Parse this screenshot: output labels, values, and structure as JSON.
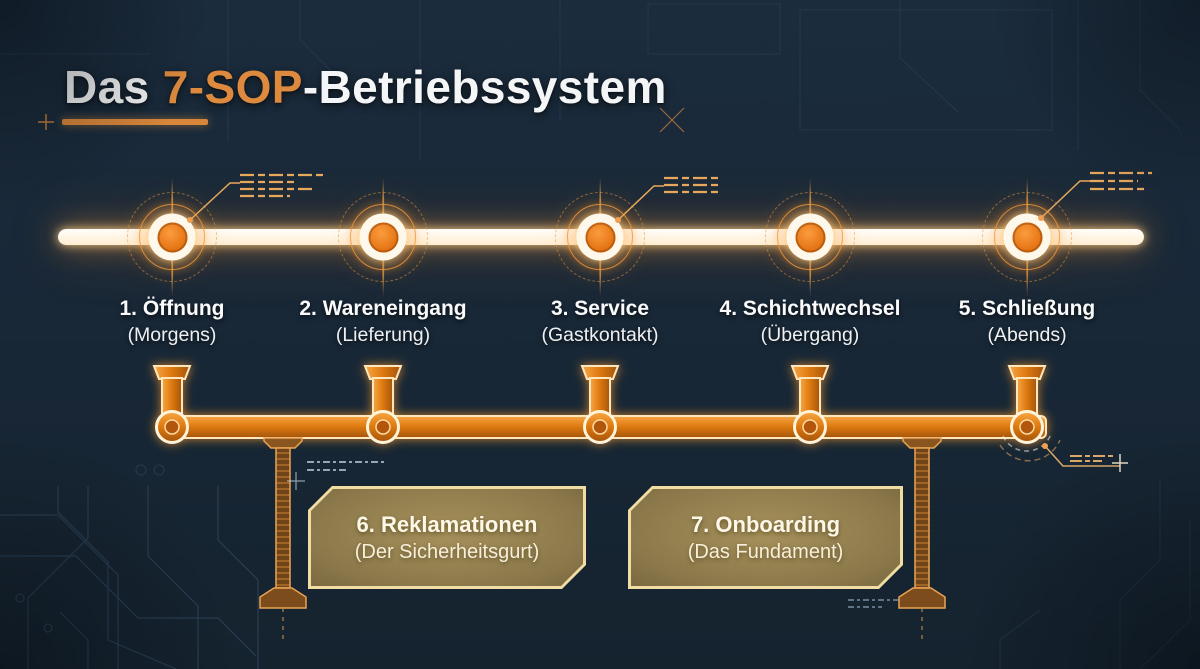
{
  "title": {
    "prefix": "Das ",
    "highlight": "7-SOP",
    "suffix": "-Betriebssystem"
  },
  "timeline": {
    "steps": [
      {
        "label": "1. Öffnung",
        "sublabel": "(Morgens)"
      },
      {
        "label": "2. Wareneingang",
        "sublabel": "(Lieferung)"
      },
      {
        "label": "3. Service",
        "sublabel": "(Gastkontakt)"
      },
      {
        "label": "4. Schichtwechsel",
        "sublabel": "(Übergang)"
      },
      {
        "label": "5. Schließung",
        "sublabel": "(Abends)"
      }
    ]
  },
  "support_boxes": [
    {
      "label": "6. Reklamationen",
      "sublabel": "(Der Sicherheitsgurt)"
    },
    {
      "label": "7. Onboarding",
      "sublabel": "(Das Fundament)"
    }
  ],
  "colors": {
    "background": "#182736",
    "accent_orange": "#e07c1e",
    "title_highlight": "#dd8a3e",
    "timeline_bar": "#fff8ec",
    "box_fill": "#8c794b",
    "box_border": "#f0dda4"
  }
}
